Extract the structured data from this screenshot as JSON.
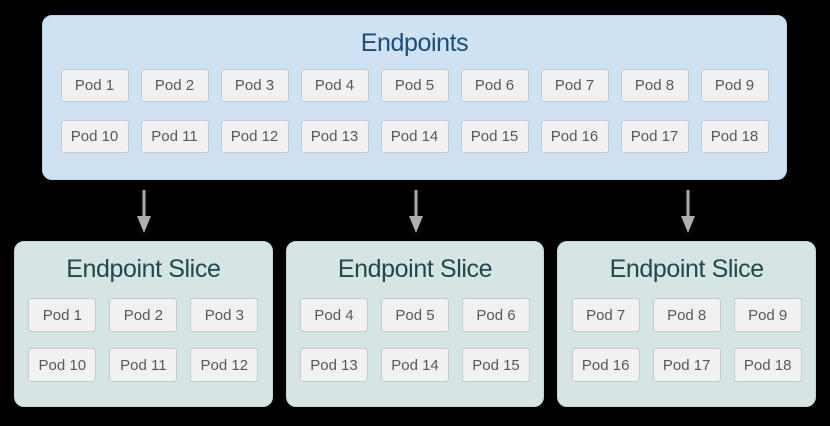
{
  "colors": {
    "background": "#000000",
    "endpoints_box_bg": "#cfe2f3",
    "endpoints_title_text": "#1d4b7c",
    "slice_box_bg": "#d7e4e4",
    "slice_title_text": "#20494f",
    "pod_bg": "#f1f1f1",
    "pod_border": "#c9cacb",
    "pod_text": "#56585b",
    "arrow": "#adadad"
  },
  "endpoints_box": {
    "title": "Endpoints",
    "pods": [
      "Pod 1",
      "Pod 2",
      "Pod 3",
      "Pod 4",
      "Pod 5",
      "Pod 6",
      "Pod 7",
      "Pod 8",
      "Pod 9",
      "Pod 10",
      "Pod 11",
      "Pod 12",
      "Pod 13",
      "Pod 14",
      "Pod 15",
      "Pod 16",
      "Pod 17",
      "Pod 18"
    ]
  },
  "arrows": {
    "icon": "down-arrow"
  },
  "slices": [
    {
      "title": "Endpoint Slice",
      "pods": [
        "Pod 1",
        "Pod 2",
        "Pod 3",
        "Pod 10",
        "Pod 11",
        "Pod 12"
      ]
    },
    {
      "title": "Endpoint Slice",
      "pods": [
        "Pod 4",
        "Pod 5",
        "Pod 6",
        "Pod 13",
        "Pod 14",
        "Pod 15"
      ]
    },
    {
      "title": "Endpoint Slice",
      "pods": [
        "Pod 7",
        "Pod 8",
        "Pod 9",
        "Pod 16",
        "Pod 17",
        "Pod 18"
      ]
    }
  ]
}
